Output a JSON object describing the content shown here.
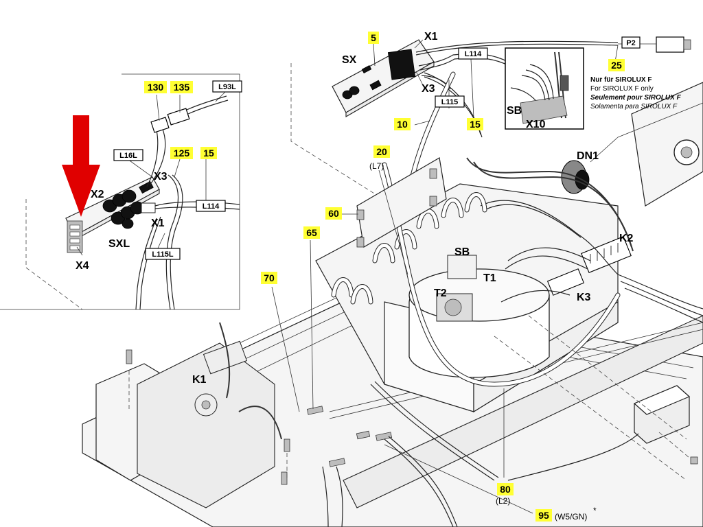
{
  "inset": {
    "callouts": [
      "130",
      "135",
      "125",
      "15"
    ],
    "boxes": [
      "L93L",
      "L16L",
      "L114",
      "L115L"
    ],
    "labels": [
      "X2",
      "X3",
      "X1",
      "SXL",
      "X4"
    ]
  },
  "main": {
    "callouts": [
      "5",
      "25",
      "10",
      "15",
      "20",
      "60",
      "65",
      "70",
      "80",
      "95"
    ],
    "boxes": [
      "P2",
      "L114",
      "L115"
    ],
    "labels": [
      "SX",
      "X1",
      "X3",
      "SB",
      "X10",
      "DN1",
      "K2",
      "SB",
      "T1",
      "T2",
      "K3",
      "K1"
    ],
    "sub_labels": [
      "(L7)",
      "(L2)",
      "(W5/GN)",
      "*"
    ],
    "note": {
      "line1": "Nur für SIROLUX F",
      "line2": "For SIROLUX F only",
      "line3": "Seulement pour SIROLUX F",
      "line4": "Solamenta para SIROLUX F"
    }
  },
  "colors": {
    "callout_highlight": "#ffff33",
    "arrow": "#e00000",
    "line": "#222222"
  },
  "icons": {
    "pointer": "red-arrow-down-icon"
  }
}
